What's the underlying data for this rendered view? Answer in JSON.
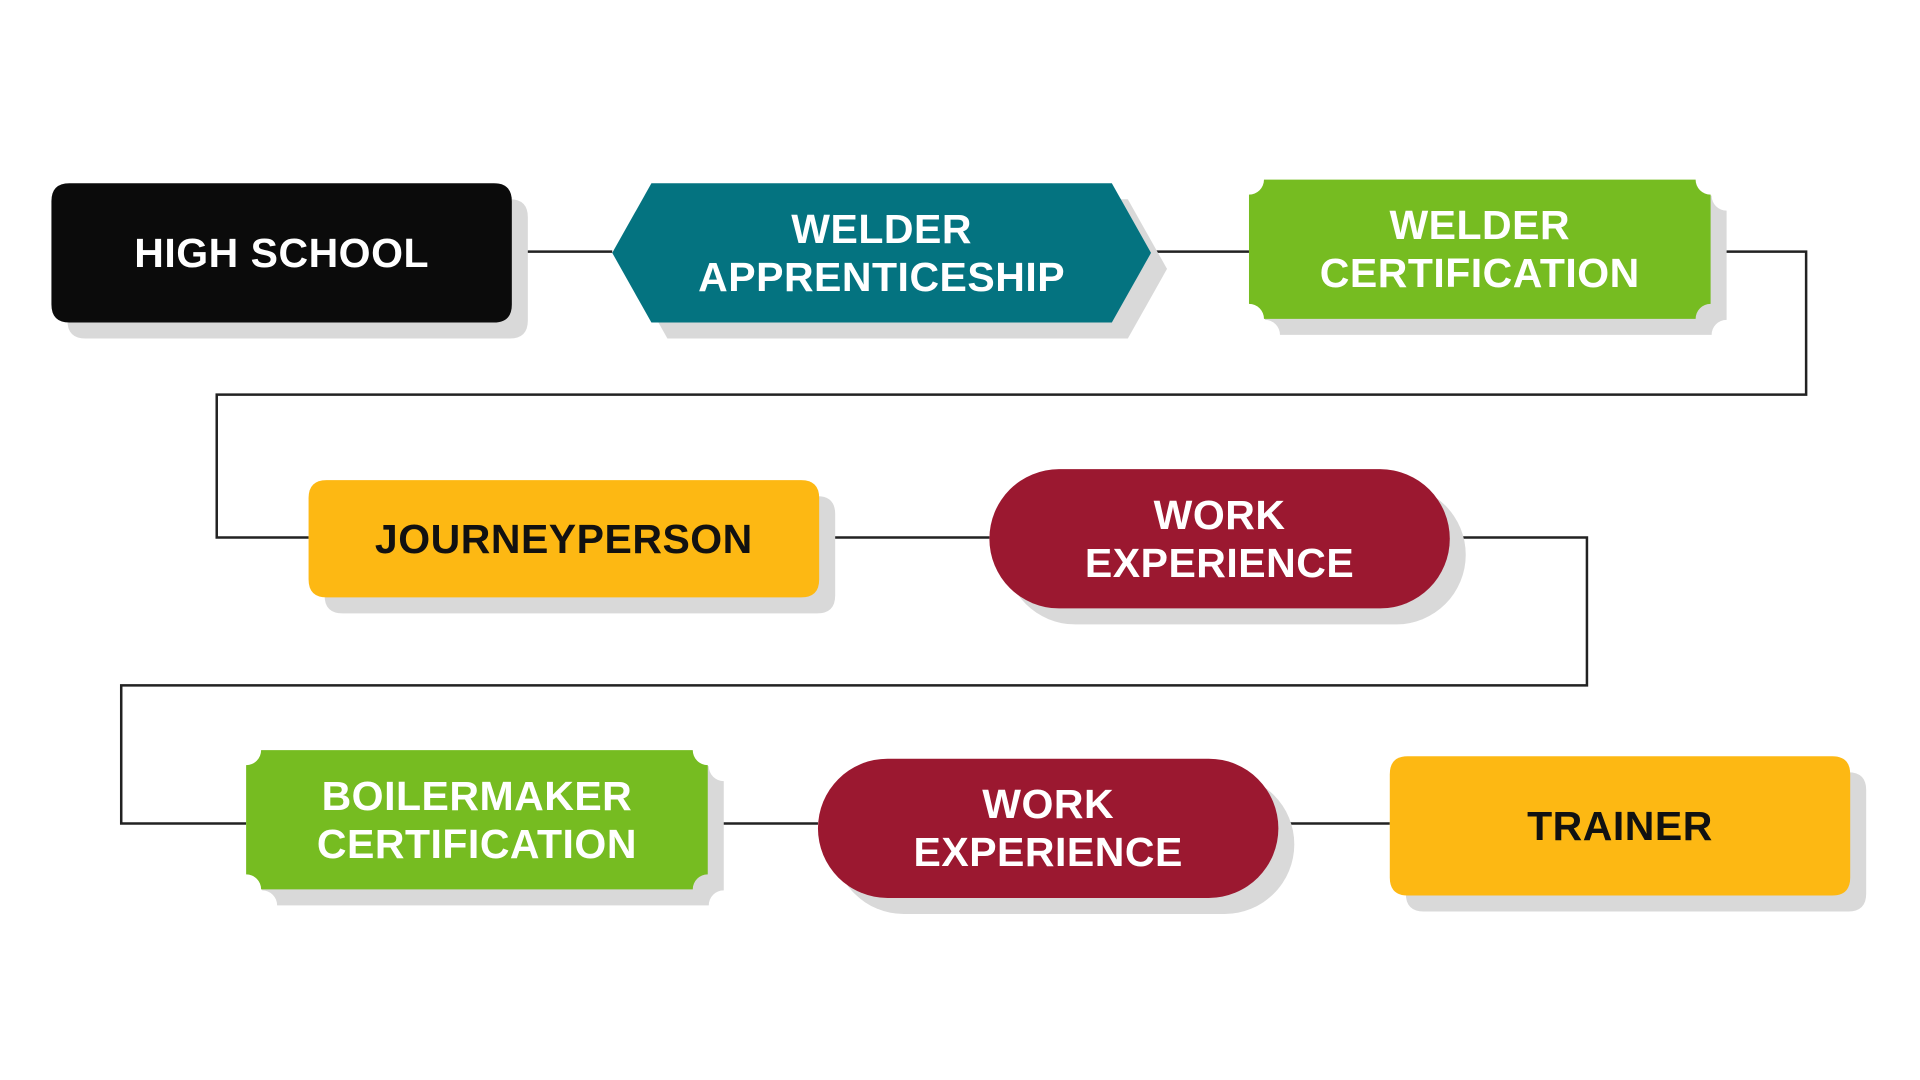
{
  "colors": {
    "black": "#0b0b0b",
    "teal": "#047380",
    "green": "#76bc21",
    "yellow": "#fdb813",
    "maroon": "#9b1830",
    "shadow": "#d9d9d9",
    "connector": "#222222",
    "text_light": "#ffffff",
    "text_dark": "#111111"
  },
  "steps": [
    {
      "id": "high-school",
      "lines": [
        "HIGH SCHOOL"
      ],
      "shape": "rounded-rect",
      "color": "black"
    },
    {
      "id": "welder-apprenticeship",
      "lines": [
        "WELDER",
        "APPRENTICESHIP"
      ],
      "shape": "hexagon",
      "color": "teal"
    },
    {
      "id": "welder-certification",
      "lines": [
        "WELDER",
        "CERTIFICATION"
      ],
      "shape": "ticket",
      "color": "green"
    },
    {
      "id": "journeyperson",
      "lines": [
        "JOURNEYPERSON"
      ],
      "shape": "rounded-rect",
      "color": "yellow"
    },
    {
      "id": "work-experience-1",
      "lines": [
        "WORK",
        "EXPERIENCE"
      ],
      "shape": "pill",
      "color": "maroon"
    },
    {
      "id": "boilermaker-certification",
      "lines": [
        "BOILERMAKER",
        "CERTIFICATION"
      ],
      "shape": "ticket",
      "color": "green"
    },
    {
      "id": "work-experience-2",
      "lines": [
        "WORK",
        "EXPERIENCE"
      ],
      "shape": "pill",
      "color": "maroon"
    },
    {
      "id": "trainer",
      "lines": [
        "TRAINER"
      ],
      "shape": "rounded-rect",
      "color": "yellow"
    }
  ]
}
